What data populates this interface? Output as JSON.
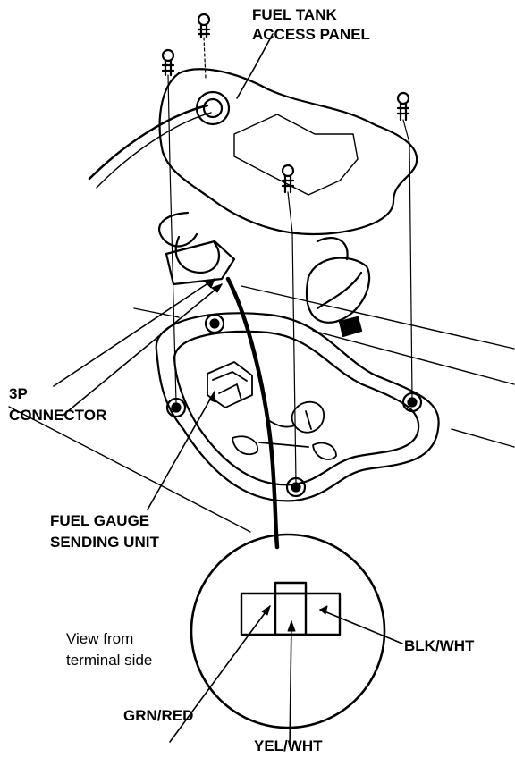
{
  "labels": {
    "access_panel_line1": "FUEL TANK",
    "access_panel_line2": "ACCESS PANEL",
    "connector_line1": "3P",
    "connector_line2": "CONNECTOR",
    "sending_unit_line1": "FUEL GAUGE",
    "sending_unit_line2": "SENDING UNIT",
    "view_line1": "View from",
    "view_line2": "terminal side",
    "wire_left": "GRN/RED",
    "wire_middle": "YEL/WHT",
    "wire_right": "BLK/WHT"
  },
  "colors": {
    "ink": "#000000",
    "paper": "#ffffff"
  }
}
